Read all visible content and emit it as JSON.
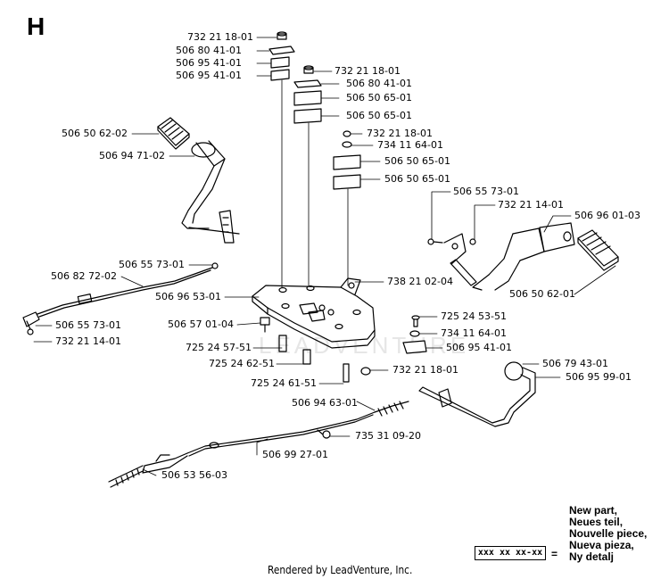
{
  "section_letter": "H",
  "watermark": "LEADVENTURE",
  "callouts": {
    "c01": "732 21 18-01",
    "c02": "506 80 41-01",
    "c03": "506 95 41-01",
    "c04": "506 95 41-01",
    "c05": "732 21 18-01",
    "c06": "506 80 41-01",
    "c07": "506 50 65-01",
    "c08": "506 50 65-01",
    "c09": "506 50 62-02",
    "c10": "732 21 18-01",
    "c11": "734 11 64-01",
    "c12": "506 94 71-02",
    "c13": "506 50 65-01",
    "c14": "506 50 65-01",
    "c15": "506 55 73-01",
    "c16": "732 21 14-01",
    "c17": "506 96 01-03",
    "c18": "506 55 73-01",
    "c19": "506 82 72-02",
    "c20": "738 21 02-04",
    "c21": "506 96 53-01",
    "c22": "506 50 62-01",
    "c23": "506 57 01-04",
    "c24": "725 24 53-51",
    "c25": "506 55 73-01",
    "c26": "734 11 64-01",
    "c27": "732 21 14-01",
    "c28": "725 24 57-51",
    "c29": "506 95 41-01",
    "c30": "725 24 62-51",
    "c31": "732 21 18-01",
    "c32": "506 79 43-01",
    "c33": "725 24 61-51",
    "c34": "506 95 99-01",
    "c35": "506 94 63-01",
    "c36": "735 31 09-20",
    "c37": "506 99 27-01",
    "c38": "506 53 56-03"
  },
  "legend": {
    "lines": [
      "New part,",
      "Neues teil,",
      "Nouvelle piece,",
      "Nueva pieza,",
      "Ny detalj"
    ],
    "box_text": "xxx xx xx-xx",
    "equals": "="
  },
  "footer": "Rendered by LeadVenture, Inc."
}
